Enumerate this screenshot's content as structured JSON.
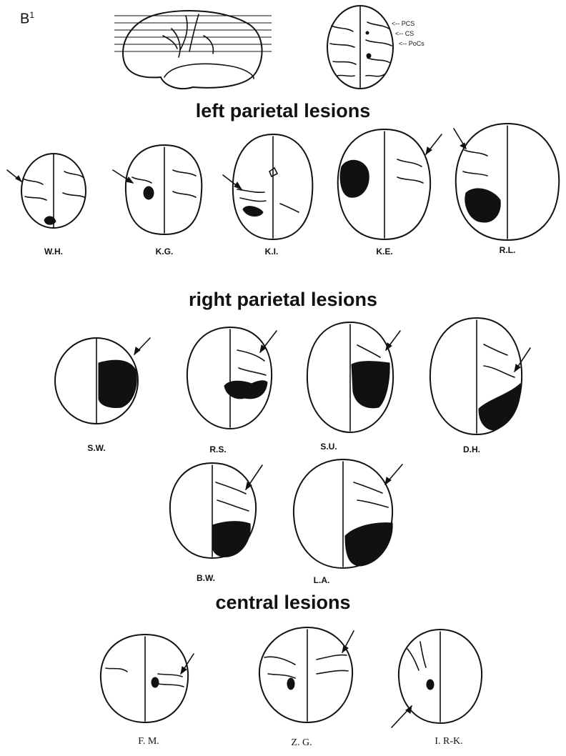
{
  "panel_label": "B",
  "panel_sup": "1",
  "reference": {
    "sulci": [
      "<-- PCS",
      "<-- CS",
      "<-- PoCs"
    ]
  },
  "groups": {
    "left": {
      "title": "left parietal lesions",
      "patients": [
        "W.H.",
        "K.G.",
        "K.I.",
        "K.E.",
        "R.L."
      ]
    },
    "right": {
      "title": "right parietal lesions",
      "patients": [
        "S.W.",
        "R.S.",
        "S.U.",
        "D.H.",
        "B.W.",
        "L.A."
      ]
    },
    "central": {
      "title": "central lesions",
      "patients": [
        "F. M.",
        "Z. G.",
        "I. R-K."
      ]
    }
  },
  "colors": {
    "ink": "#111111",
    "background": "#ffffff"
  }
}
